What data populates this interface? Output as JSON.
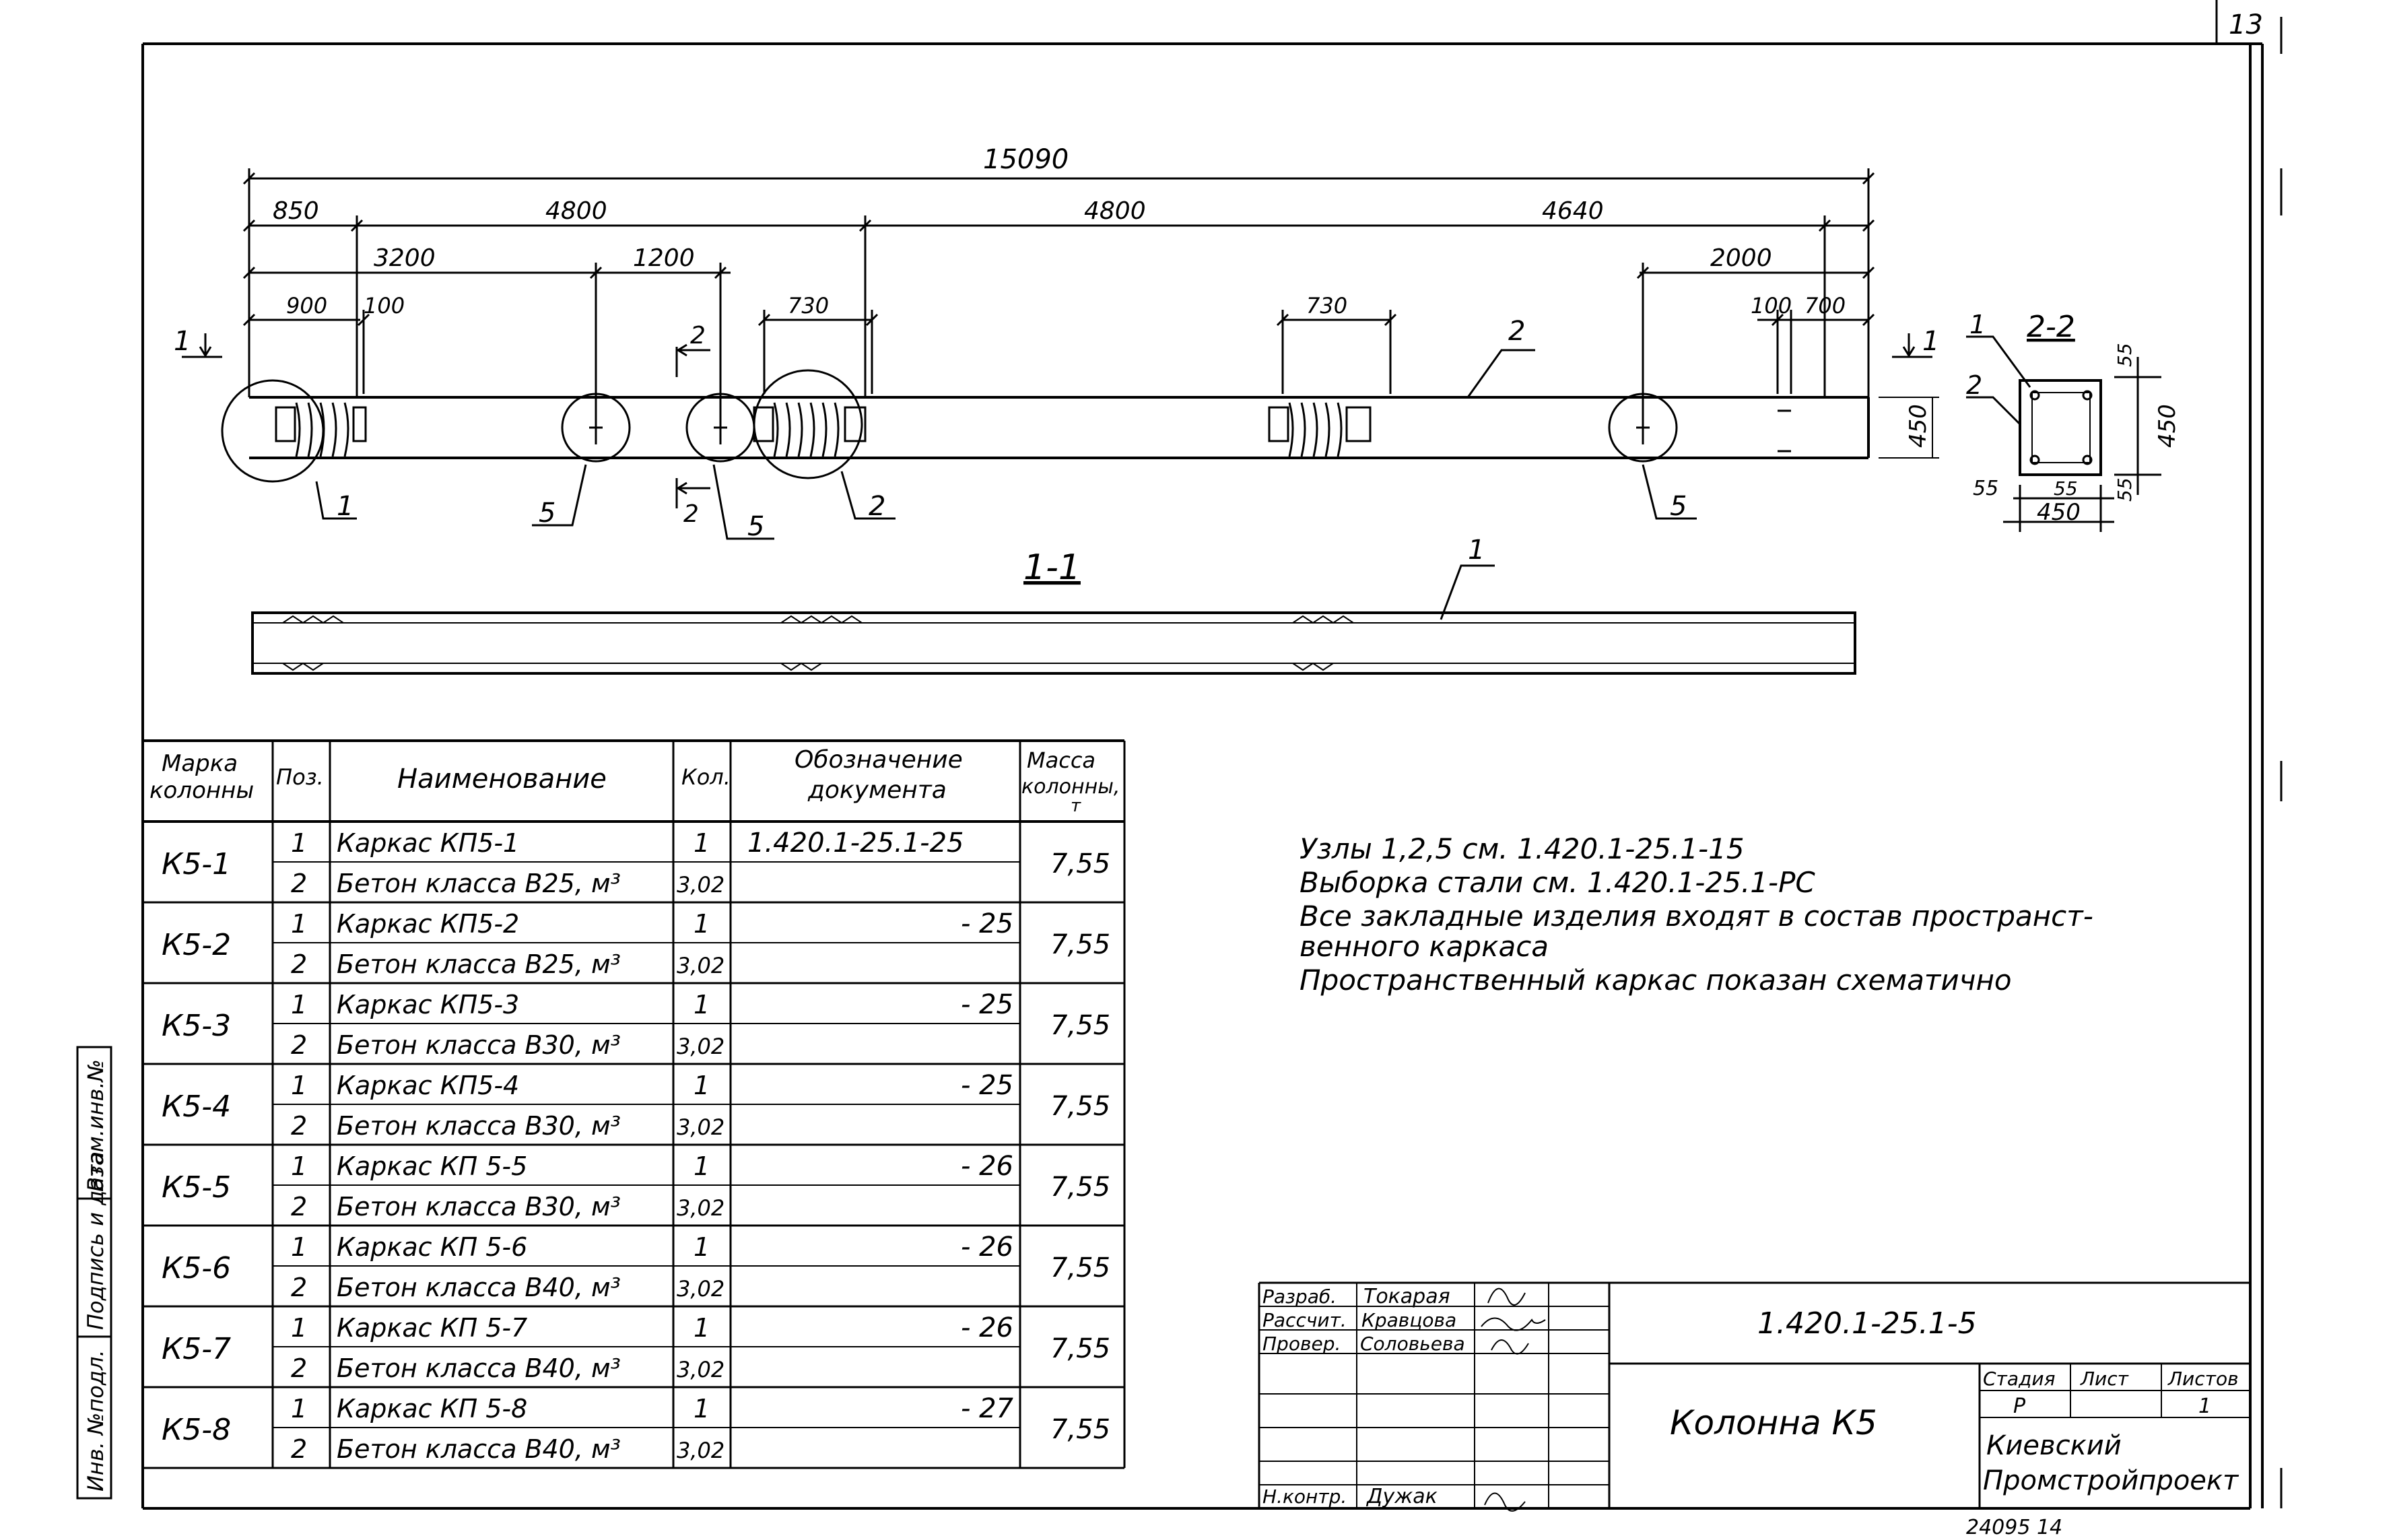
{
  "sheet_number": "13",
  "column_view": {
    "dims": {
      "overall": "15090",
      "row2": [
        "850",
        "4800",
        "4800",
        "4640"
      ],
      "row3": [
        "3200",
        "1200",
        "2000"
      ],
      "row4": [
        "900",
        "100",
        "730",
        "730",
        "100",
        "700"
      ],
      "height": "450"
    },
    "labels": {
      "section_left": "1",
      "section_right": "1",
      "cut2_top": "2",
      "cut2_bottom": "2",
      "part_2": "2",
      "node_1": "1",
      "node_5a": "5",
      "node_5b": "5",
      "node_2": "2",
      "node_5c": "5"
    }
  },
  "section_2_2": {
    "title": "2-2",
    "pos1": "1",
    "pos2": "2",
    "d55_top": "55",
    "d450_right": "450",
    "d55_right": "55",
    "d55_left": "55",
    "d55_bottom": "55",
    "d450_bottom": "450"
  },
  "section_1_1": {
    "title": "1-1",
    "pos": "1"
  },
  "table": {
    "headers": {
      "mark": [
        "Марка",
        "колонны"
      ],
      "pos": "Поз.",
      "name": "Наименование",
      "qty": "Кол.",
      "doc": [
        "Обозначение",
        "документа"
      ],
      "mass": [
        "Масса",
        "колонны,",
        "т"
      ]
    },
    "groups": [
      {
        "mark": "К5-1",
        "mass": "7,55",
        "rows": [
          {
            "pos": "1",
            "name": "Каркас КП5-1",
            "qty": "1",
            "doc": "1.420.1-25.1-25"
          },
          {
            "pos": "2",
            "name": "Бетон класса В25, м³",
            "qty": "3,02",
            "doc": ""
          }
        ]
      },
      {
        "mark": "К5-2",
        "mass": "7,55",
        "rows": [
          {
            "pos": "1",
            "name": "Каркас КП5-2",
            "qty": "1",
            "doc": "- 25"
          },
          {
            "pos": "2",
            "name": "Бетон класса В25, м³",
            "qty": "3,02",
            "doc": ""
          }
        ]
      },
      {
        "mark": "К5-3",
        "mass": "7,55",
        "rows": [
          {
            "pos": "1",
            "name": "Каркас КП5-3",
            "qty": "1",
            "doc": "- 25"
          },
          {
            "pos": "2",
            "name": "Бетон класса В30, м³",
            "qty": "3,02",
            "doc": ""
          }
        ]
      },
      {
        "mark": "К5-4",
        "mass": "7,55",
        "rows": [
          {
            "pos": "1",
            "name": "Каркас КП5-4",
            "qty": "1",
            "doc": "- 25"
          },
          {
            "pos": "2",
            "name": "Бетон класса В30, м³",
            "qty": "3,02",
            "doc": ""
          }
        ]
      },
      {
        "mark": "К5-5",
        "mass": "7,55",
        "rows": [
          {
            "pos": "1",
            "name": "Каркас КП 5-5",
            "qty": "1",
            "doc": "- 26"
          },
          {
            "pos": "2",
            "name": "Бетон класса В30, м³",
            "qty": "3,02",
            "doc": ""
          }
        ]
      },
      {
        "mark": "К5-6",
        "mass": "7,55",
        "rows": [
          {
            "pos": "1",
            "name": "Каркас КП 5-6",
            "qty": "1",
            "doc": "- 26"
          },
          {
            "pos": "2",
            "name": "Бетон класса В40, м³",
            "qty": "3,02",
            "doc": ""
          }
        ]
      },
      {
        "mark": "К5-7",
        "mass": "7,55",
        "rows": [
          {
            "pos": "1",
            "name": "Каркас КП 5-7",
            "qty": "1",
            "doc": "- 26"
          },
          {
            "pos": "2",
            "name": "Бетон класса В40, м³",
            "qty": "3,02",
            "doc": ""
          }
        ]
      },
      {
        "mark": "К5-8",
        "mass": "7,55",
        "rows": [
          {
            "pos": "1",
            "name": "Каркас КП 5-8",
            "qty": "1",
            "doc": "- 27"
          },
          {
            "pos": "2",
            "name": "Бетон класса В40, м³",
            "qty": "3,02",
            "doc": ""
          }
        ]
      }
    ]
  },
  "notes": [
    "Узлы 1,2,5  см. 1.420.1-25.1-15",
    "Выборка стали см. 1.420.1-25.1-РС",
    "Все закладные изделия входят в состав пространст-",
    "венного каркаса",
    "Пространственный каркас показан схематично"
  ],
  "side_stamp": [
    "Инв. №подл.",
    "Подпись и дата",
    "Взам.инв.№"
  ],
  "title_block": {
    "roles": [
      "Разраб.",
      "Рассчит.",
      "Провер.",
      "Н.контр."
    ],
    "names": [
      "Токарая",
      "Кравцова",
      "Соловьева",
      "Дужак"
    ],
    "doc_code": "1.420.1-25.1-5",
    "title": "Колонна К5",
    "stage_h": "Стадия",
    "sheet_h": "Лист",
    "sheets_h": "Листов",
    "stage_v": "Р",
    "sheets_v": "1",
    "org": [
      "Киевский",
      "Промстройпроект"
    ]
  },
  "footer_code": "24095 14"
}
